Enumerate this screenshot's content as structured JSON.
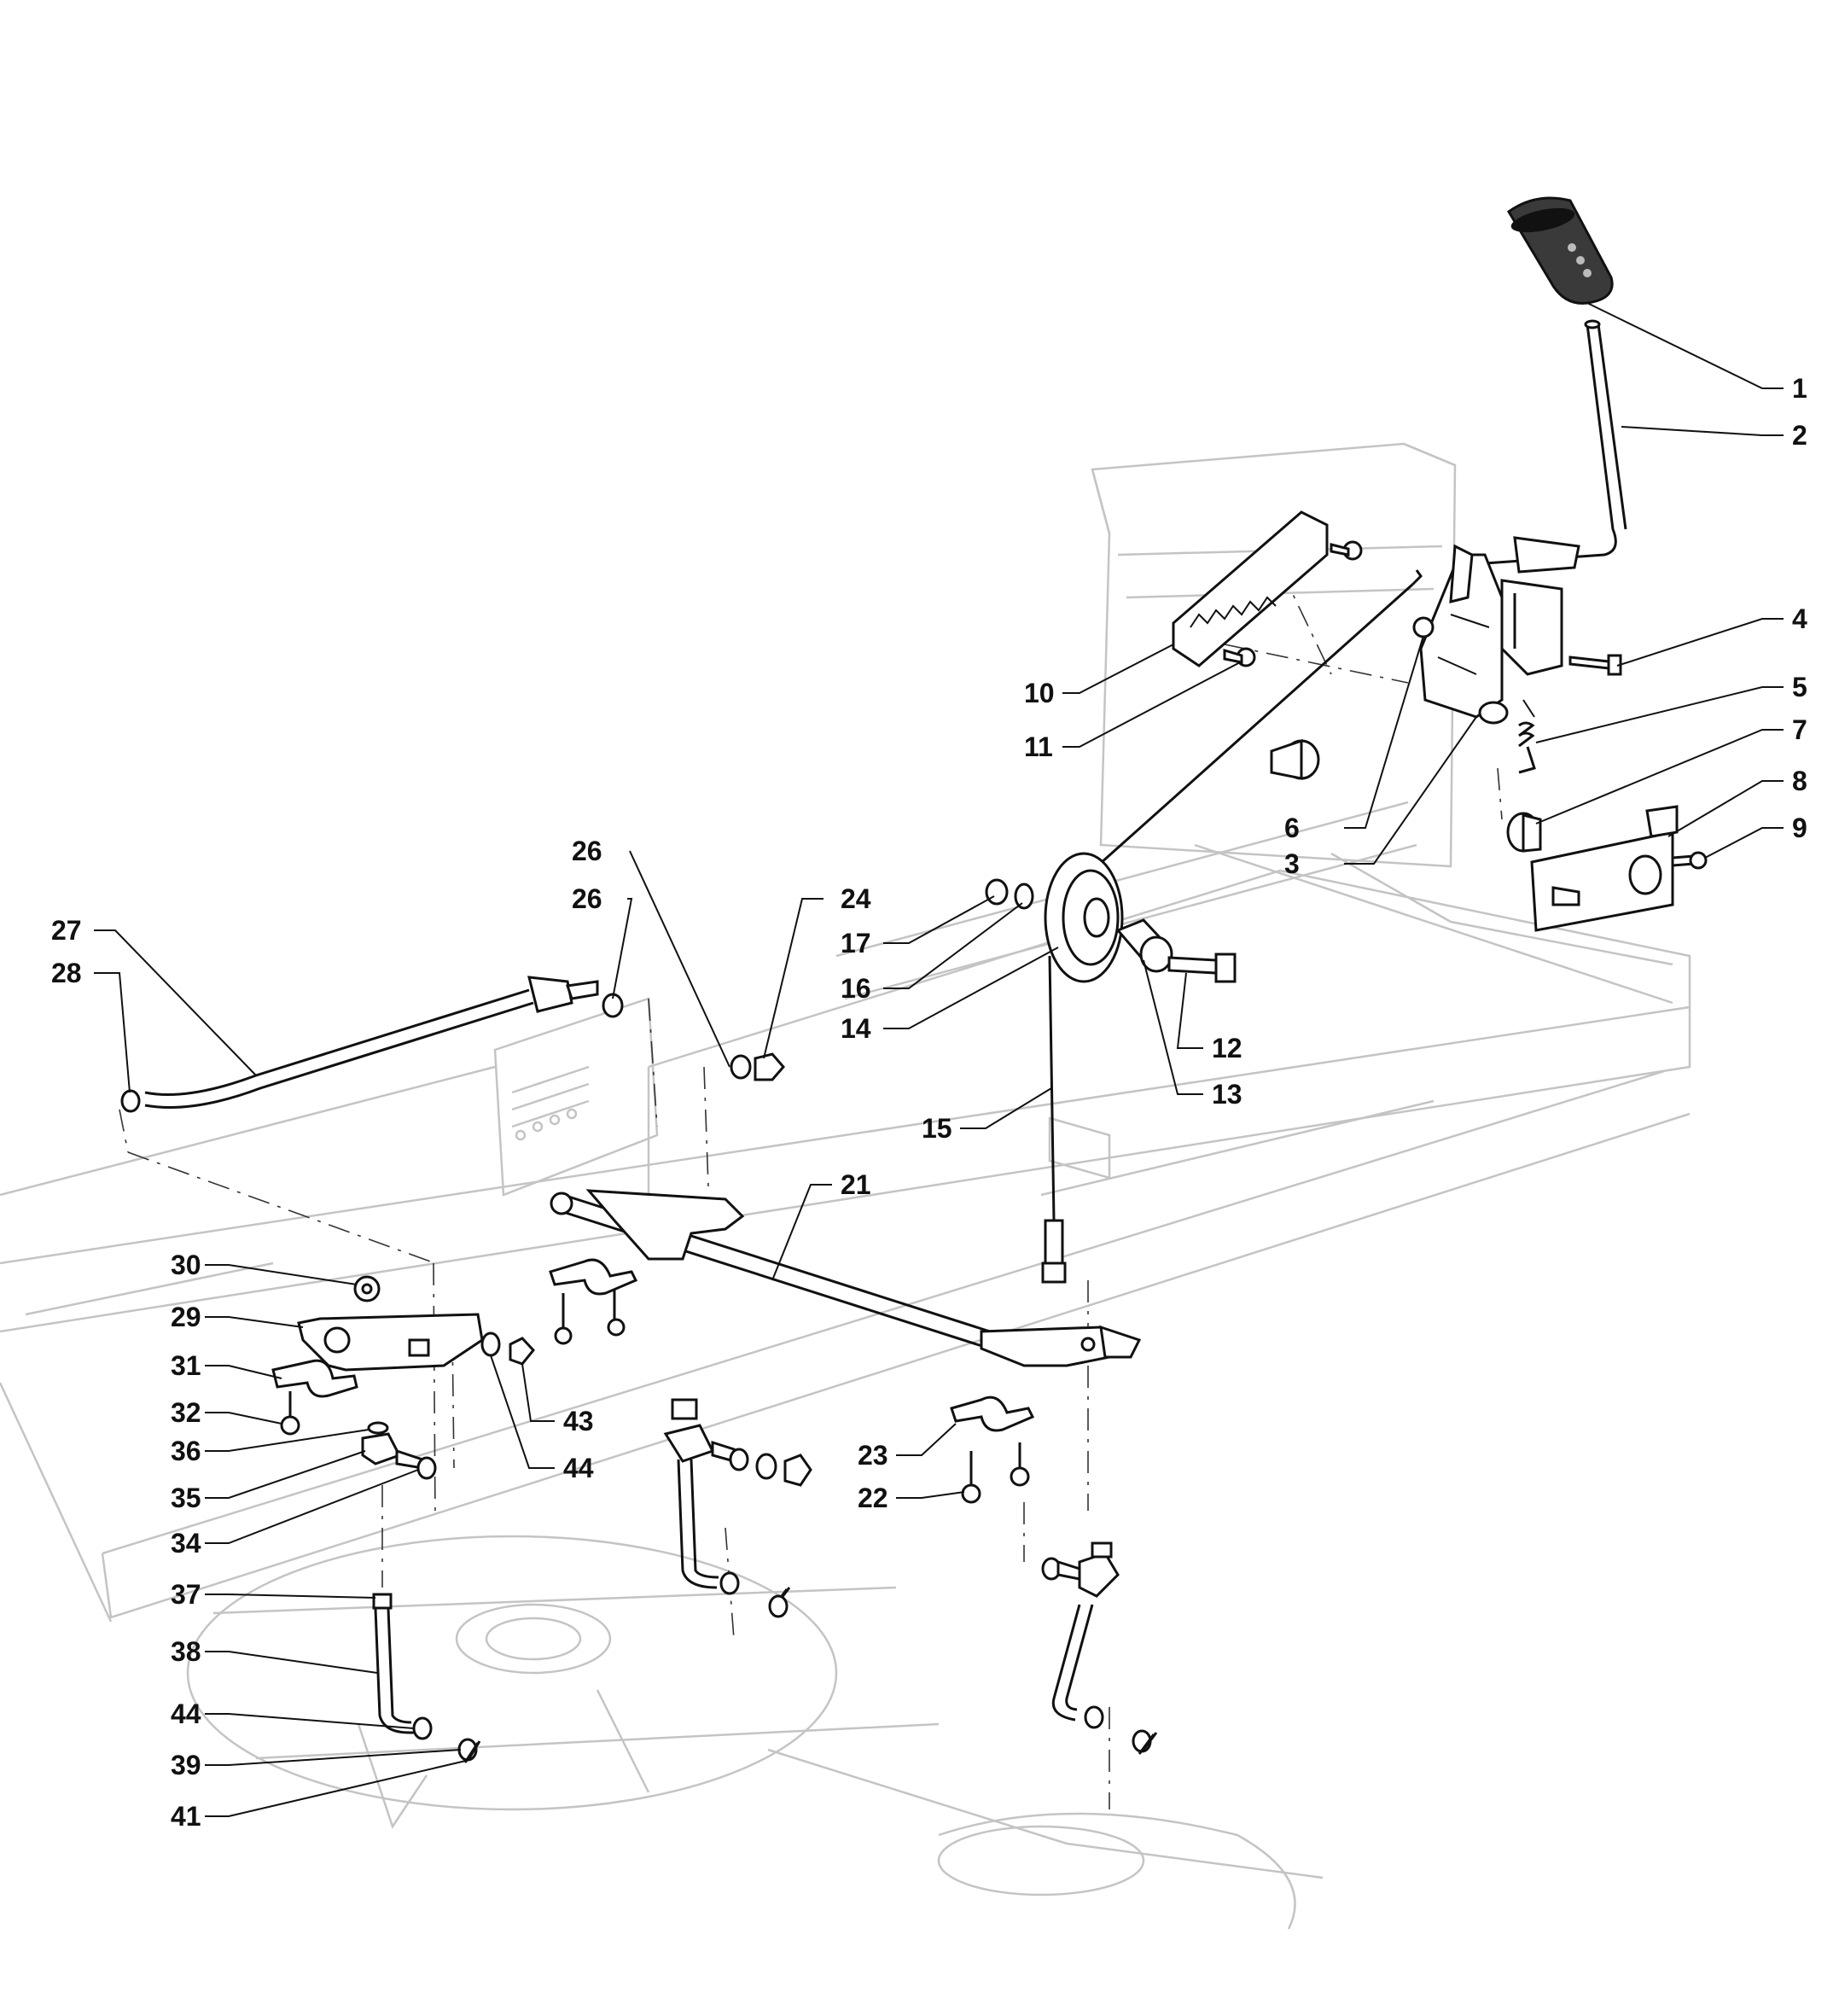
{
  "callouts": [
    {
      "id": "1",
      "label": "1"
    },
    {
      "id": "2",
      "label": "2"
    },
    {
      "id": "4",
      "label": "4"
    },
    {
      "id": "5",
      "label": "5"
    },
    {
      "id": "7",
      "label": "7"
    },
    {
      "id": "8",
      "label": "8"
    },
    {
      "id": "9",
      "label": "9"
    },
    {
      "id": "6",
      "label": "6"
    },
    {
      "id": "3",
      "label": "3"
    },
    {
      "id": "10",
      "label": "10"
    },
    {
      "id": "11",
      "label": "11"
    },
    {
      "id": "26a",
      "label": "26"
    },
    {
      "id": "26b",
      "label": "26"
    },
    {
      "id": "24",
      "label": "24"
    },
    {
      "id": "17",
      "label": "17"
    },
    {
      "id": "16",
      "label": "16"
    },
    {
      "id": "14",
      "label": "14"
    },
    {
      "id": "12",
      "label": "12"
    },
    {
      "id": "13",
      "label": "13"
    },
    {
      "id": "15",
      "label": "15"
    },
    {
      "id": "27",
      "label": "27"
    },
    {
      "id": "28",
      "label": "28"
    },
    {
      "id": "21",
      "label": "21"
    },
    {
      "id": "30",
      "label": "30"
    },
    {
      "id": "29",
      "label": "29"
    },
    {
      "id": "31",
      "label": "31"
    },
    {
      "id": "32",
      "label": "32"
    },
    {
      "id": "43",
      "label": "43"
    },
    {
      "id": "36",
      "label": "36"
    },
    {
      "id": "44a",
      "label": "44"
    },
    {
      "id": "35",
      "label": "35"
    },
    {
      "id": "34",
      "label": "34"
    },
    {
      "id": "23",
      "label": "23"
    },
    {
      "id": "22",
      "label": "22"
    },
    {
      "id": "37",
      "label": "37"
    },
    {
      "id": "38",
      "label": "38"
    },
    {
      "id": "44b",
      "label": "44"
    },
    {
      "id": "39",
      "label": "39"
    },
    {
      "id": "41",
      "label": "41"
    }
  ]
}
